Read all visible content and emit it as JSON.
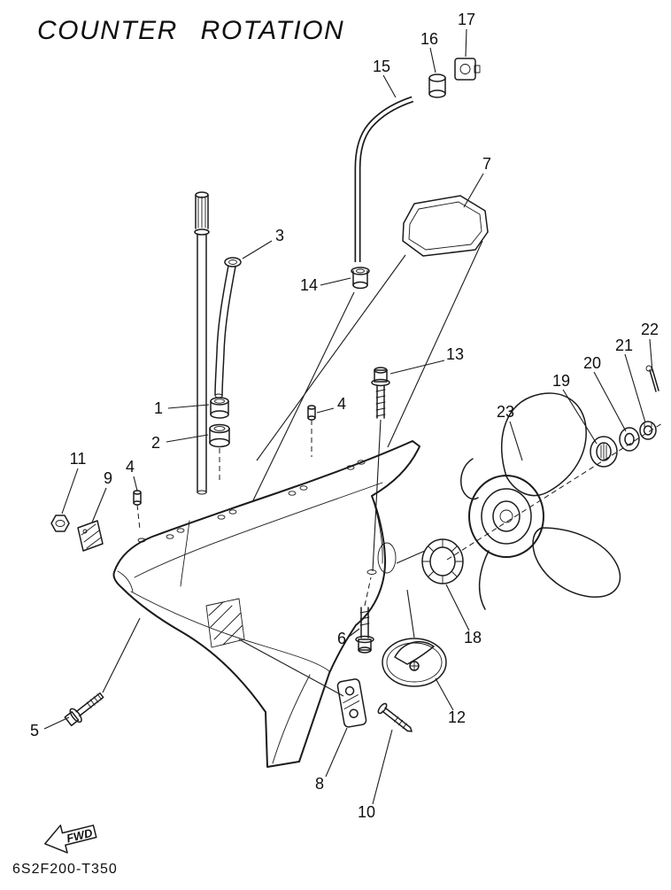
{
  "title": "COUNTER ROTATION",
  "diagram_code": "6S2F200-T350",
  "fwd": {
    "label": "FWD"
  },
  "callouts": [
    {
      "label": "1"
    },
    {
      "label": "2"
    },
    {
      "label": "3"
    },
    {
      "label": "4"
    },
    {
      "label": "4"
    },
    {
      "label": "5"
    },
    {
      "label": "6"
    },
    {
      "label": "7"
    },
    {
      "label": "8"
    },
    {
      "label": "9"
    },
    {
      "label": "10"
    },
    {
      "label": "11"
    },
    {
      "label": "12"
    },
    {
      "label": "13"
    },
    {
      "label": "14"
    },
    {
      "label": "15"
    },
    {
      "label": "16"
    },
    {
      "label": "17"
    },
    {
      "label": "18"
    },
    {
      "label": "19"
    },
    {
      "label": "20"
    },
    {
      "label": "21"
    },
    {
      "label": "22"
    },
    {
      "label": "23"
    }
  ]
}
